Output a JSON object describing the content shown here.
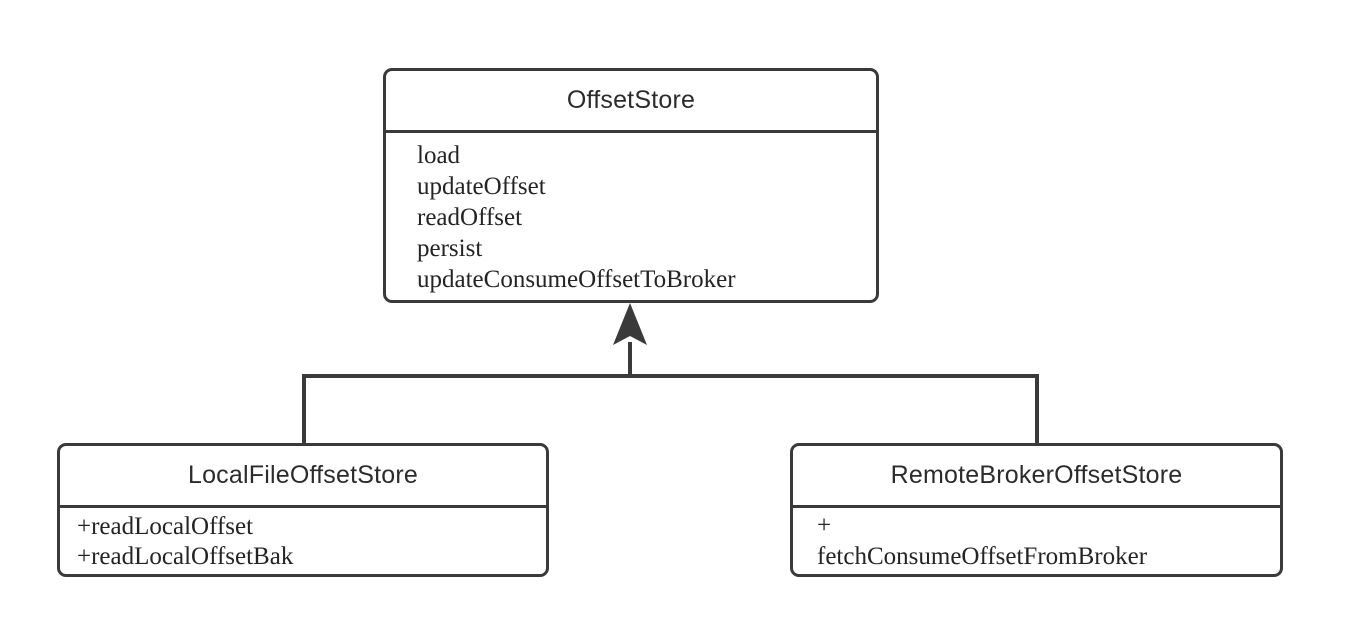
{
  "diagram": {
    "type": "uml-class-diagram",
    "background_color": "#ffffff",
    "stroke_color": "#3a3a3a",
    "text_color": "#242424",
    "relationship": "generalization",
    "arrowhead": "filled-triangle"
  },
  "classes": {
    "parent": {
      "name": "OffsetStore",
      "methods": [
        "load",
        "updateOffset",
        "readOffset",
        "persist",
        "updateConsumeOffsetToBroker"
      ]
    },
    "child_left": {
      "name": "LocalFileOffsetStore",
      "methods": [
        "+readLocalOffset",
        "+readLocalOffsetBak"
      ]
    },
    "child_right": {
      "name": "RemoteBrokerOffsetStore",
      "methods": [
        "+",
        "fetchConsumeOffsetFromBroker"
      ]
    }
  }
}
